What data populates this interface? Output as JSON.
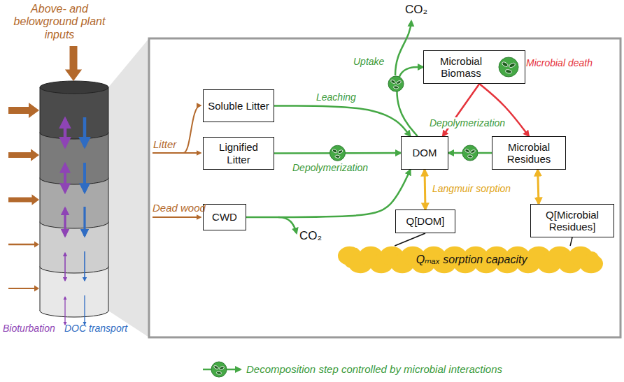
{
  "diagram": {
    "nodes": [
      {
        "text": [
          "Soluble Litter"
        ]
      },
      {
        "text": [
          "Lignified Litter"
        ]
      },
      {
        "text": [
          "CWD"
        ]
      },
      {
        "text": [
          "Microbial Biomass"
        ]
      },
      {
        "text": [
          "DOM"
        ]
      },
      {
        "text": [
          "Microbial Residues"
        ]
      },
      {
        "text": [
          "Q[DOM]"
        ]
      },
      {
        "text": [
          "Q[Microbial Residues]"
        ]
      },
      {
        "text": [
          "Qₘₐₓ sorption capacity"
        ]
      }
    ],
    "edges": [
      {
        "from": 0,
        "to": 4,
        "label": "Leaching",
        "arrow": "to"
      },
      {
        "from": 1,
        "to": 4,
        "label": "Depolymerization",
        "arrow": "to"
      },
      {
        "from": 2,
        "to": 4,
        "arrow": "to"
      },
      {
        "from": 4,
        "to": 3,
        "label": "Uptake",
        "arrow": "to"
      },
      {
        "from": 3,
        "to": 4,
        "label": "Microbial death",
        "arrow": "to"
      },
      {
        "from": 3,
        "to": 5,
        "arrow": "to"
      },
      {
        "from": 5,
        "to": 4,
        "label": "Depolymerization",
        "arrow": "to"
      },
      {
        "from": 4,
        "to": 6,
        "label": "Langmuir sorption",
        "arrow": "both"
      },
      {
        "from": 5,
        "to": 7,
        "arrow": "both"
      },
      {
        "from": 6,
        "to": 8,
        "arrow": "none"
      },
      {
        "from": 7,
        "to": 8,
        "arrow": "none"
      }
    ],
    "labels": [
      "Above- and belowground plant inputs",
      "Litter",
      "Dead wood",
      "CO₂",
      "CO₂",
      "Bioturbation",
      "DOC transport"
    ],
    "legend": [
      {
        "text": "Decomposition step controlled by microbial interactions"
      }
    ]
  }
}
